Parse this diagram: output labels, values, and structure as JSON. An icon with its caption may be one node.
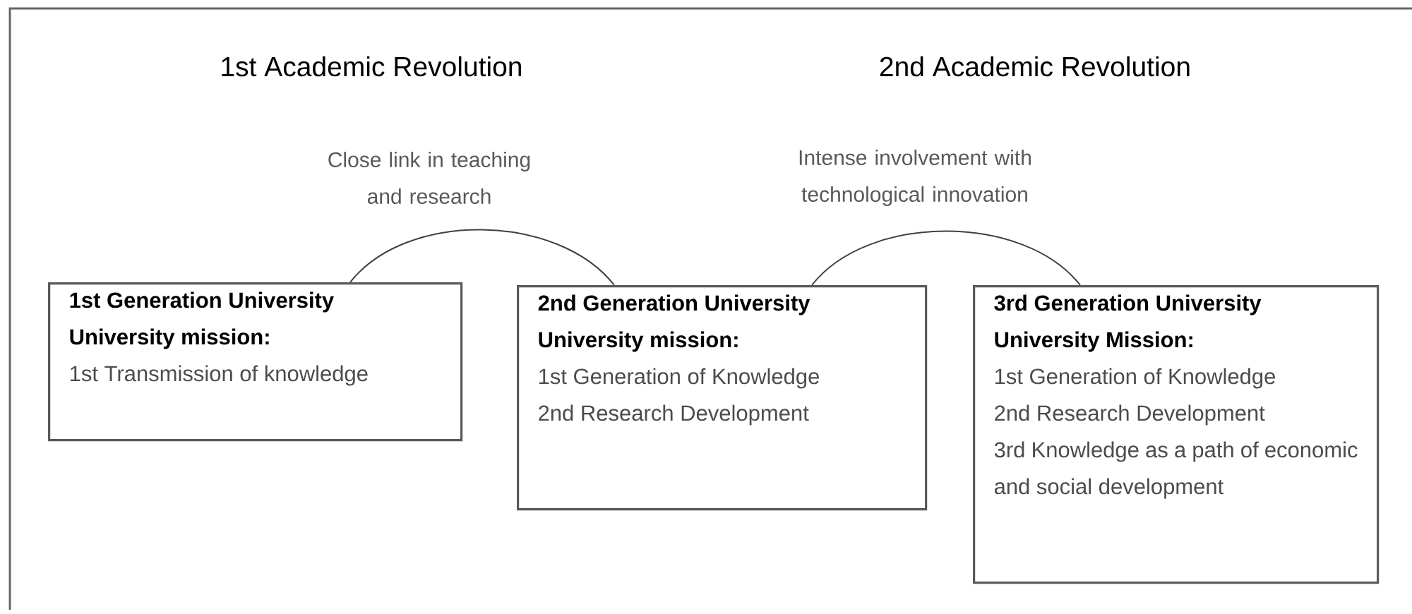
{
  "diagram": {
    "nodes": [
      {
        "text": [
          "1st Generation University",
          "University mission:",
          "1st Transmission of knowledge"
        ]
      },
      {
        "text": [
          "2nd Generation University",
          "University mission:",
          "1st Generation of Knowledge",
          "2nd Research Development"
        ]
      },
      {
        "text": [
          "3rd Generation University",
          "University Mission:",
          "1st Generation of Knowledge",
          "2nd Research Development",
          "3rd Knowledge as a path of economic and social development"
        ]
      }
    ],
    "edges": [
      {
        "from": 0,
        "to": 1,
        "arrow": "none",
        "label": "Close link in teaching and research"
      },
      {
        "from": 1,
        "to": 2,
        "arrow": "none",
        "label": "Intense involvement with technological innovation"
      }
    ],
    "labels": [
      "1st Academic Revolution",
      "2nd Academic Revolution"
    ]
  }
}
